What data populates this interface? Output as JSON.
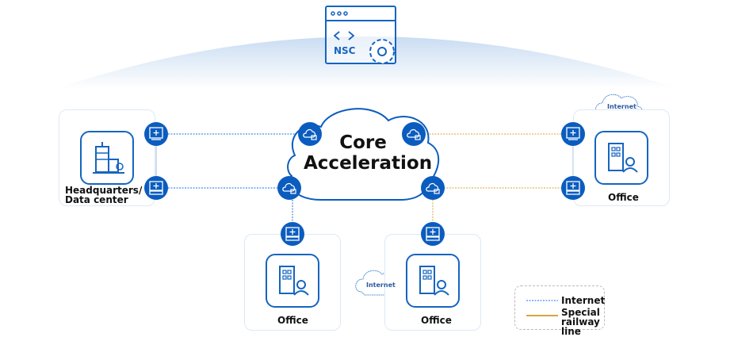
{
  "colors": {
    "primary": "#0b5cbf",
    "internet_line": "#1a73e8",
    "special_line": "#d4a541",
    "panel_border": "#dde8f5",
    "arc_top": "#c9dcf2"
  },
  "controller": {
    "label": "NSC",
    "icons": [
      "window-dots-icon",
      "code-brackets-icon",
      "gear-icon"
    ]
  },
  "core": {
    "title_line1": "Core",
    "title_line2": "Acceleration"
  },
  "sites": {
    "headquarters": {
      "label_line1": "Headquarters/",
      "label_line2": "Data center"
    },
    "office_right": {
      "label": "Office",
      "internet_label": "Internet"
    },
    "office_bottom_left": {
      "label": "Office"
    },
    "office_bottom_right": {
      "label": "Office",
      "internet_label": "Internet"
    }
  },
  "legend": {
    "items": [
      {
        "label": "Internet",
        "style": "dotted-blue"
      },
      {
        "label_line1": "Special",
        "label_line2": "railway line",
        "style": "solid-gold"
      }
    ]
  }
}
